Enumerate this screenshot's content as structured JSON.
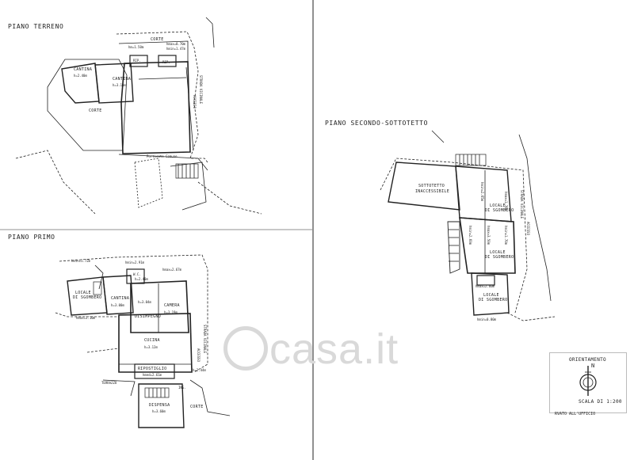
{
  "sections": {
    "ground": "PIANO TERRENO",
    "first": "PIANO PRIMO",
    "second": "PIANO SECONDO-SOTTOTETTO"
  },
  "ground_labels": {
    "corte_top": "CORTE",
    "hm_top1": "hm=1.50m",
    "hm_top2": "hmax=0.70m",
    "hm_top3": "hmin=1.47m",
    "rip1": "RIP.",
    "rip2": "RIP.",
    "cantina1": "CANTINA",
    "h1": "h=2.40m",
    "cantina2": "CANTINA",
    "h2": "h=3.10m",
    "corte_left": "CORTE",
    "strada1": "STRADA VICINALE",
    "accesso1": "ACCESSO",
    "porticato": "Porticato Comune"
  },
  "first_labels": {
    "hmin_left": "hmin=1.72m",
    "hmin_top": "hmin=2.91m",
    "hmax_top": "hmax=2.67m",
    "wc": "W.C.",
    "h_wc": "h=2.40m",
    "locale1": "LOCALE",
    "locale1b": "DI SGOMBERO",
    "cantina": "CANTINA",
    "h_cantina": "h=3.00m",
    "h_dis": "h=3.04m",
    "camera": "CAMERA",
    "h_camera": "h=3.19m",
    "hmax_left": "hmax=3.10m",
    "disimpegno": "DISIMPEGNO",
    "cucina": "CUCINA",
    "h_cucina": "h=3.12m",
    "ripostiglio": "RIPOSTIGLIO",
    "h_rip": "hmed=2.61m",
    "h_right": "h=2.44m",
    "terrazzo": "TERRAZZO",
    "ing": "ING.",
    "dispensa": "DISPENSA",
    "h_disp": "h=3.60m",
    "corte": "CORTE",
    "strada2": "STRADA VICINALE",
    "accesso2": "ACCESSO"
  },
  "second_labels": {
    "sottotetto": "SOTTOTETTO",
    "inaccessibile": "INACCESSIBILE",
    "hmin1": "hmin=2.65m",
    "hmax1": "hmax=1.76m",
    "locale_a": "LOCALE",
    "locale_a2": "DI SGOMBERO",
    "hmin2": "hmin=2.60m",
    "hmax2": "hmax=3.50m",
    "hmin3": "hmin=1.70m",
    "locale_b": "LOCALE",
    "locale_b2": "DI SGOMBERO",
    "hmax3": "hmax=2.60m",
    "locale_c": "LOCALE",
    "locale_c2": "DI SGOMBERO",
    "hmin4": "hmin=0.80m",
    "strada3": "STRADA VICINALE",
    "accesso3": "ACCESSO"
  },
  "legend": {
    "orientamento": "ORIENTAMENTO",
    "north": "N",
    "scala": "SCALA DI 1:200",
    "riservato": "RVATO ALL'UFFICIO"
  },
  "watermark": "casa.it",
  "colors": {
    "ink": "#222222",
    "watermark": "#d9d9d9"
  }
}
